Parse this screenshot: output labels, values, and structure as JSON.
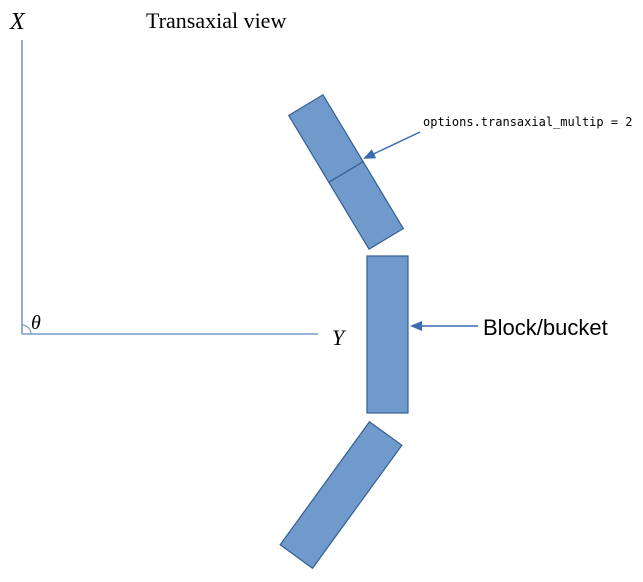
{
  "diagram": {
    "title": "Transaxial view",
    "axis_x_label": "X",
    "axis_y_label": "Y",
    "angle_label": "θ",
    "block_label": "Block/bucket",
    "multiplier_annotation": "options.transaxial_multip = 2",
    "colors": {
      "block_fill": "#7099cc",
      "block_stroke": "#355f91",
      "axis": "#7a9ac7",
      "arrow": "#3a6bb0",
      "text": "#000000"
    }
  }
}
